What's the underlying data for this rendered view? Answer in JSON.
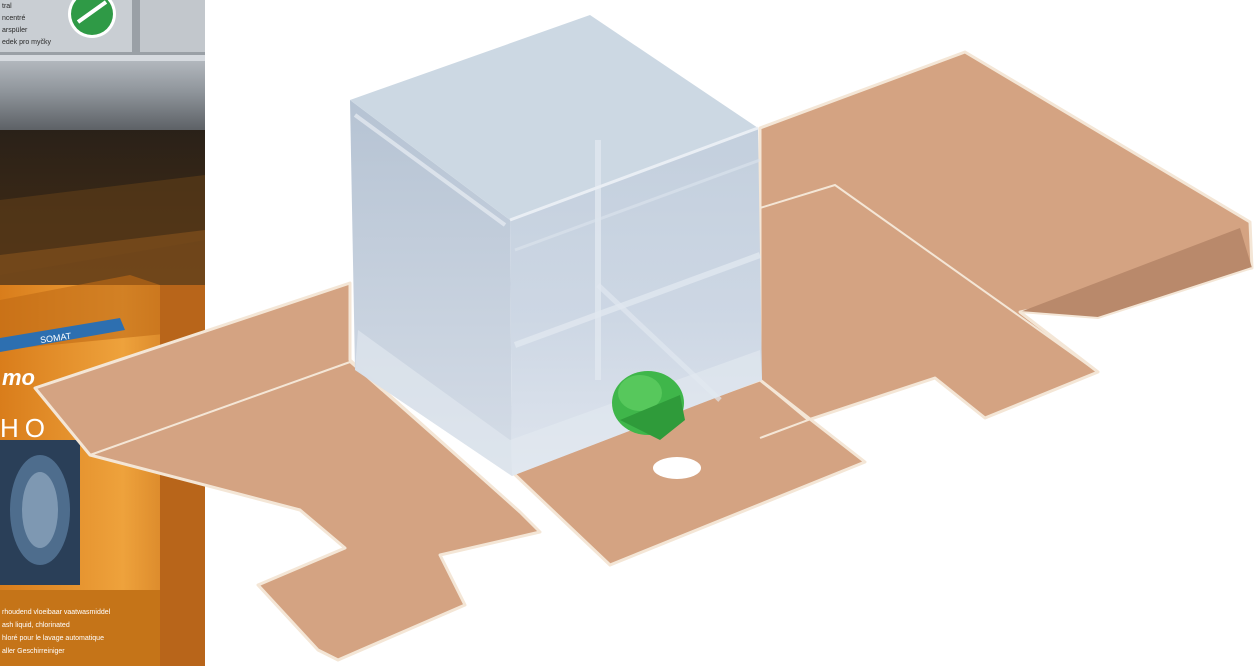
{
  "photo": {
    "top_box_lines": [
      "tral",
      "ncentré",
      "arspüler",
      "edek pro myčky"
    ],
    "brand_fragment": "mo",
    "letters_fragment": "HO",
    "code_fragment": "SOMAT",
    "bottom_box_lines": [
      "rhoudend vloeibaar vaatwasmiddel",
      "ash liquid, chlorinated",
      "hloré pour le lavage automatique",
      "aller Geschirreiniger"
    ]
  },
  "colors": {
    "cardboard": "#d4a382",
    "cardboard_edge": "#f4e6d6",
    "cube_face": "#c7d4e2",
    "cube_top": "#ccd8e3",
    "spout": "#3fb64a",
    "shelf": "#8f949a",
    "box_orange": "#e6962e"
  }
}
